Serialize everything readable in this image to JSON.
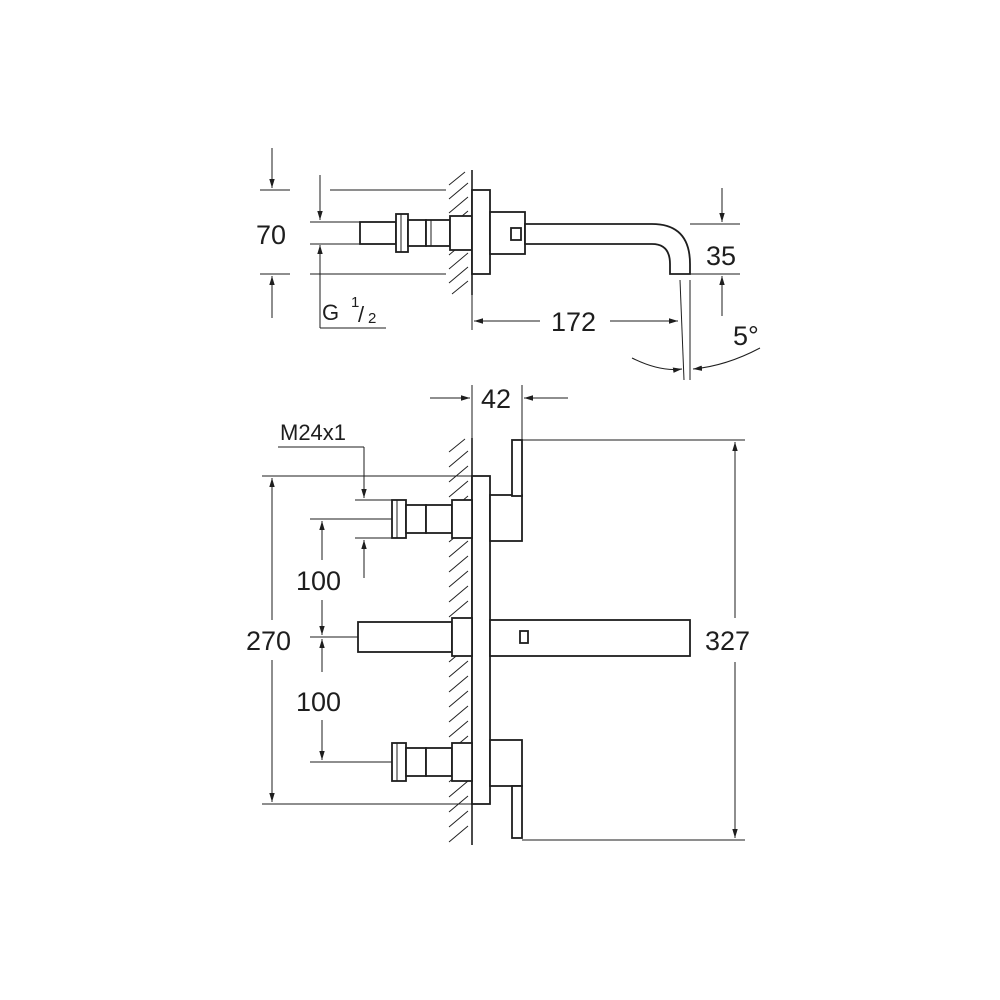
{
  "side_view": {
    "height_70": "70",
    "thread_main": "G",
    "thread_num": "1",
    "thread_den": "2",
    "spout_drop_35": "35",
    "projection_172": "172",
    "angle_5": "5°"
  },
  "front_view": {
    "depth_42": "42",
    "thread_m24": "M24x1",
    "spacing_upper_100": "100",
    "spacing_lower_100": "100",
    "total_270": "270",
    "total_327": "327"
  }
}
